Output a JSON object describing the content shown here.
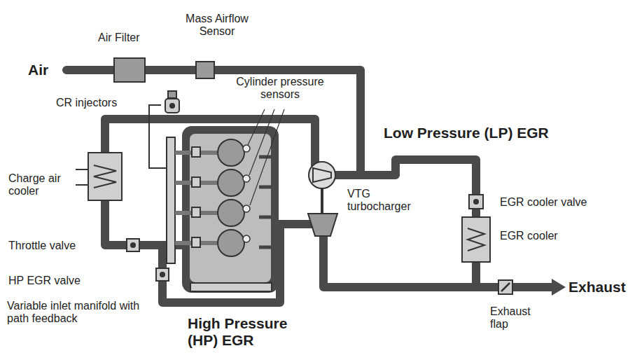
{
  "diagram": {
    "labels": [
      "Air Filter",
      "Mass Airflow Sensor",
      "Air",
      "CR injectors",
      "Cylinder pressure sensors",
      "Low Pressure (LP) EGR",
      "Charge air cooler",
      "VTG turbocharger",
      "EGR cooler valve",
      "EGR cooler",
      "Throttle valve",
      "HP EGR valve",
      "Variable inlet manifold with path feedback",
      "Exhaust",
      "Exhaust flap",
      "High Pressure (HP) EGR"
    ]
  }
}
